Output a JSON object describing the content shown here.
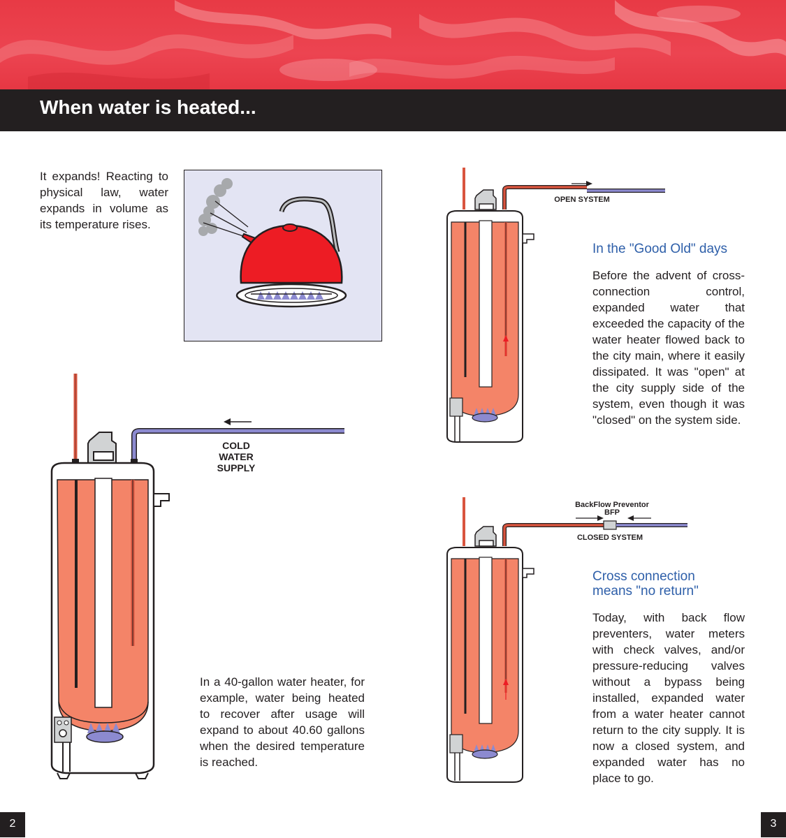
{
  "header": {
    "title": "When water is heated..."
  },
  "intro": {
    "text": "It expands! Reacting to physical law, water expands in volume as its temperature rises."
  },
  "large_heater": {
    "label_lines": [
      "COLD",
      "WATER",
      "SUPPLY"
    ],
    "caption": "In a 40-gallon water heater, for example, water being heated to recover after usage will expand to about 40.60 gallons when the desired temperature is reached."
  },
  "open_system": {
    "diagram_label": "OPEN SYSTEM",
    "heading": "In the \"Good Old\" days",
    "body": "Before the advent of cross-connection control, expanded water that exceeded the capacity of the water heater flowed back to the city main, where it easily dissipated. It was \"open\" at the city supply side of the system, even though it was \"closed\" on the system side."
  },
  "closed_system": {
    "bfp_label": "BackFlow Preventor",
    "bfp_abbr": "BFP",
    "diagram_label": "CLOSED SYSTEM",
    "heading_lines": [
      "Cross connection",
      "means \"no return\""
    ],
    "body": "Today, with back flow preventers, water meters with check valves, and/or pressure-reducing valves without a bypass being installed, expanded water from a water heater cannot return to the city supply.  It is now a closed system, and expanded water has no place to go."
  },
  "page_numbers": {
    "left": "2",
    "right": "3"
  },
  "colors": {
    "banner": "#e83a45",
    "title_bar": "#231f20",
    "heading": "#2e5fa9",
    "tank_water": "#f48468",
    "cold_pipe": "#8c8ad0",
    "hot_pipe": "#d9553f"
  }
}
